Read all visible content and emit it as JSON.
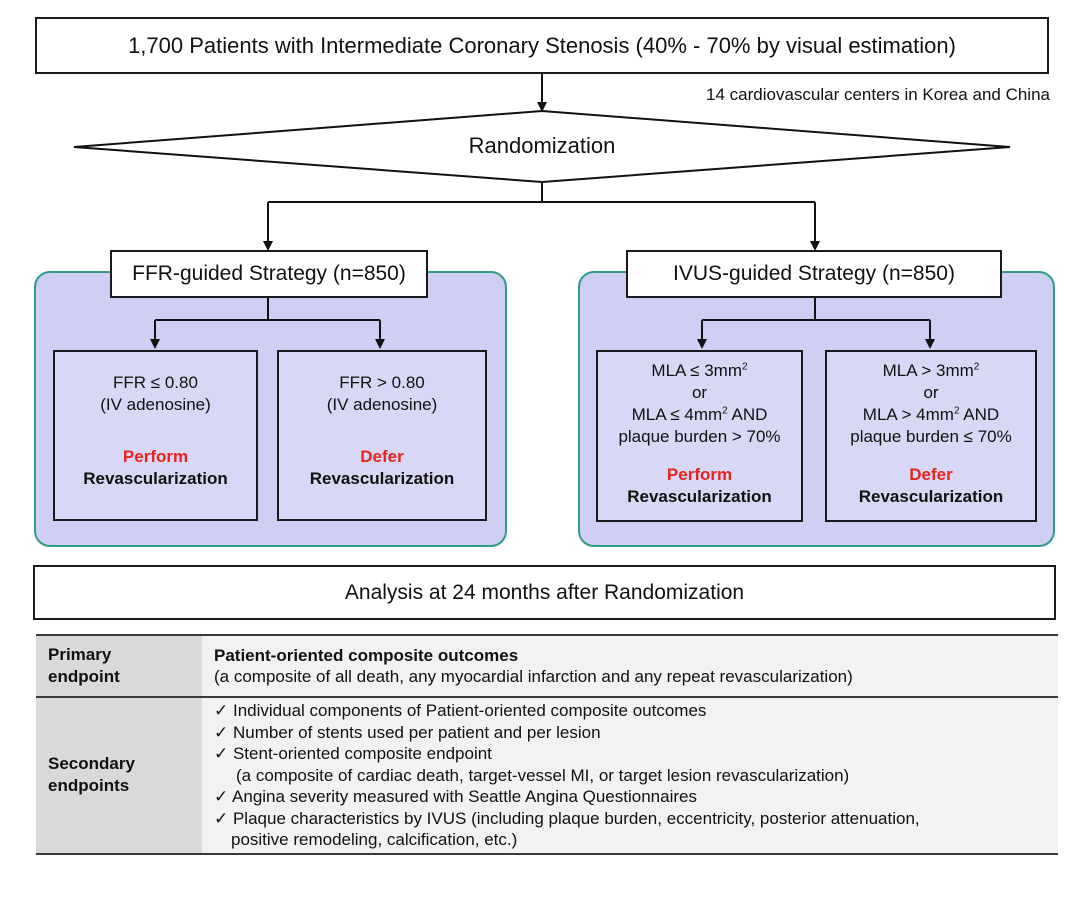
{
  "title_box": "1,700 Patients with Intermediate Coronary Stenosis (40% - 70% by visual estimation)",
  "centers_note": "14 cardiovascular centers in Korea and China",
  "randomization": "Randomization",
  "ffr": {
    "strategy": "FFR-guided Strategy (n=850)",
    "left": {
      "line1": "FFR ≤ 0.80",
      "line2": "(IV adenosine)",
      "action": "Perform",
      "revasc": "Revascularization"
    },
    "right": {
      "line1": "FFR > 0.80",
      "line2": "(IV adenosine)",
      "action": "Defer",
      "revasc": "Revascularization"
    }
  },
  "ivus": {
    "strategy": "IVUS-guided Strategy (n=850)",
    "left": {
      "l1a": "MLA ≤ 3mm",
      "sup": "2",
      "or": "or",
      "l3a": "MLA ≤ 4mm",
      "l3b": " AND",
      "l4": "plaque burden > 70%",
      "action": "Perform",
      "revasc": "Revascularization"
    },
    "right": {
      "l1a": "MLA > 3mm",
      "sup": "2",
      "or": "or",
      "l3a": "MLA > 4mm",
      "l3b": " AND",
      "l4": "plaque burden ≤ 70%",
      "action": "Defer",
      "revasc": "Revascularization"
    }
  },
  "analysis": "Analysis at 24 months after Randomization",
  "endpoints": {
    "primary_label_1": "Primary",
    "primary_label_2": "endpoint",
    "primary_title": "Patient-oriented composite outcomes",
    "primary_desc": "(a composite of all death, any myocardial infarction and any repeat revascularization)",
    "secondary_label_1": "Secondary",
    "secondary_label_2": "endpoints",
    "secondary_items": [
      "✓ Individual components of Patient-oriented composite outcomes",
      "✓ Number of stents used per patient and per lesion",
      "✓ Stent-oriented composite endpoint",
      "(a composite of cardiac death, target-vessel MI, or target lesion revascularization)",
      "✓ Angina severity measured with Seattle Angina Questionnaires",
      "✓ Plaque characteristics by IVUS (including plaque burden, eccentricity, posterior attenuation,",
      "positive remodeling, calcification, etc.)"
    ]
  }
}
